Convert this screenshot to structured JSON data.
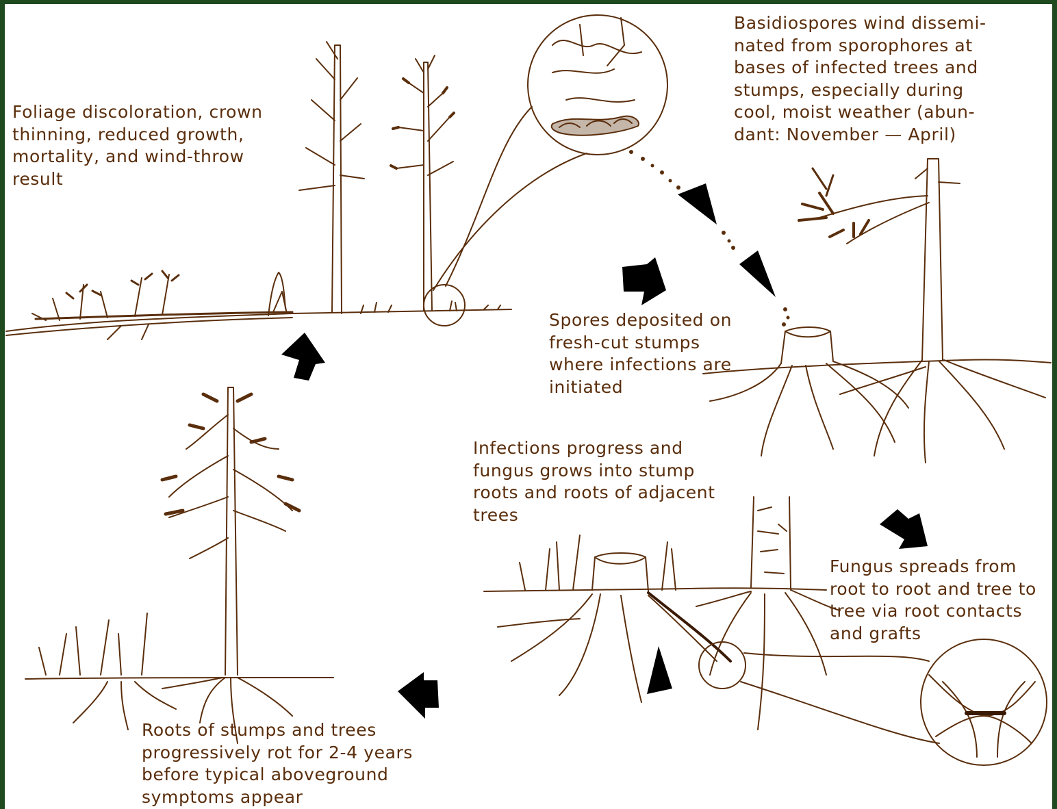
{
  "diagram": {
    "captions": {
      "basidiospores": "Basidiospores wind dissemi-\nnated from sporophores at\nbases of infected trees and\nstumps, especially during\ncool, moist weather (abun-\ndant:  November — April)",
      "foliage": "Foliage discoloration, crown\nthinning, reduced growth,\nmortality, and wind-throw\nresult",
      "spores_deposited": "Spores deposited on\nfresh-cut stumps\nwhere infections are\ninitiated",
      "infections_progress": "Infections progress and\nfungus grows into stump\nroots and roots of adjacent\ntrees",
      "fungus_spreads": "Fungus spreads from\nroot to root and tree to\ntree via root contacts\nand grafts",
      "roots_rot": "Roots of stumps and trees\nprogressively rot for 2-4 years\nbefore typical aboveground\nsymptoms appear"
    },
    "colors": {
      "frame": "#1f4a1f",
      "background": "#ffffff",
      "ink": "#5a2e0c",
      "arrow": "#000000"
    },
    "icons": [
      "cycle-arrow-icon",
      "spore-arrowhead-icon",
      "magnifier-circle-icon"
    ]
  }
}
